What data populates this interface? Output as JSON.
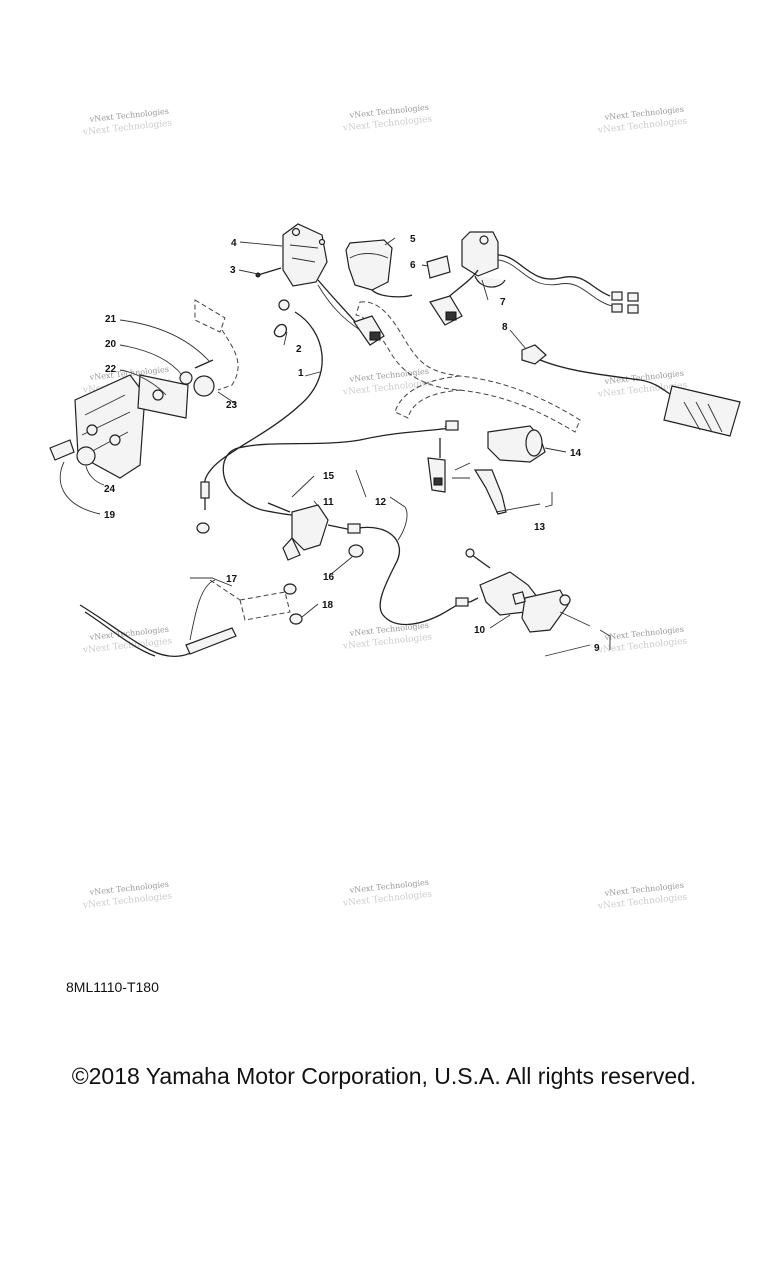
{
  "watermark": "vNext Technologies",
  "callouts": [
    "1",
    "2",
    "3",
    "4",
    "5",
    "6",
    "7",
    "8",
    "9",
    "10",
    "11",
    "12",
    "13",
    "14",
    "15",
    "16",
    "17",
    "18",
    "19",
    "20",
    "21",
    "22",
    "23",
    "24"
  ],
  "drawing_code": "8ML1110-T180",
  "copyright": "©2018 Yamaha Motor Corporation, U.S.A. All rights reserved."
}
